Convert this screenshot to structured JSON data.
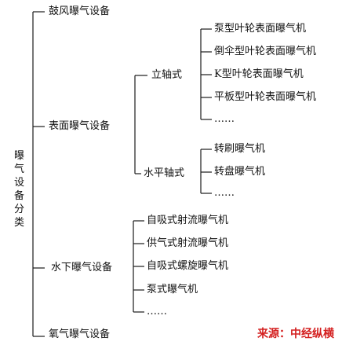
{
  "colors": {
    "line": "#1a1a1a",
    "text": "#111111",
    "source": "#d41f1f"
  },
  "root": {
    "chars": [
      "曝",
      "气",
      "设",
      "备",
      "分",
      "类"
    ]
  },
  "categories": [
    {
      "label": "鼓风曝气设备"
    },
    {
      "label": "表面曝气设备",
      "subgroups": [
        {
          "label": "立轴式",
          "items": [
            "泵型叶轮表面曝气机",
            "倒伞型叶轮表面曝气机",
            "K型叶轮表面曝气机",
            "平板型叶轮表面曝气机",
            "……"
          ]
        },
        {
          "label": "水平轴式",
          "items": [
            "转刷曝气机",
            "转盘曝气机",
            "……"
          ]
        }
      ]
    },
    {
      "label": "水下曝气设备",
      "items": [
        "自吸式射流曝气机",
        "供气式射流曝气机",
        "自吸式螺旋曝气机",
        "泵式曝气机",
        "……"
      ]
    },
    {
      "label": "氧气曝气设备"
    }
  ],
  "source_label": "来源：中经纵横"
}
